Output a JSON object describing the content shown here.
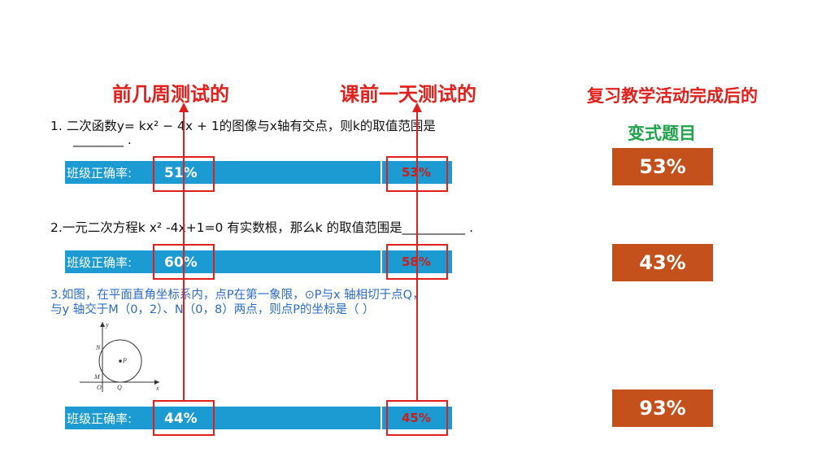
{
  "headers": {
    "previous_weeks": "前几周测试的",
    "day_before": "课前一天测试的",
    "review_line1": "复习教学活动完成后的",
    "review_line2": "变式题目"
  },
  "questions": [
    {
      "text": "1.  二次函数y= kx² − 4x + 1的图像与x轴有交点，则k的取值范围是",
      "blank": "________ .",
      "rate_label": "班级正确率:",
      "prev_rate": "51%",
      "day_before_rate": "53%",
      "review_rate": "53%"
    },
    {
      "text": "2.一元二次方程k x² -4x+1=0 有实数根，那么k 的取值范围是__________ .",
      "rate_label": "班级正确率:",
      "prev_rate": "60%",
      "day_before_rate": "58%",
      "review_rate": "43%"
    },
    {
      "text_line1": "3.如图，在平面直角坐标系内，点P在第一象限，⊙P与x 轴相切于点Q，",
      "text_line2": "与y 轴交于M（0，2）、N（0，8）两点，则点P的坐标是（        ）",
      "rate_label": "班级正确率:",
      "prev_rate": "44%",
      "day_before_rate": "45%",
      "review_rate": "93%"
    }
  ],
  "figure": {
    "label_n": "N",
    "label_p": "P",
    "label_m": "M",
    "label_o": "O",
    "label_q": "Q",
    "label_x": "x",
    "label_y": "y"
  },
  "colors": {
    "red": "#e0201c",
    "green": "#1ea34a",
    "bar_blue": "#1b9bd1",
    "orange_box": "#c4501b",
    "question3_blue": "#2b6cc4"
  }
}
